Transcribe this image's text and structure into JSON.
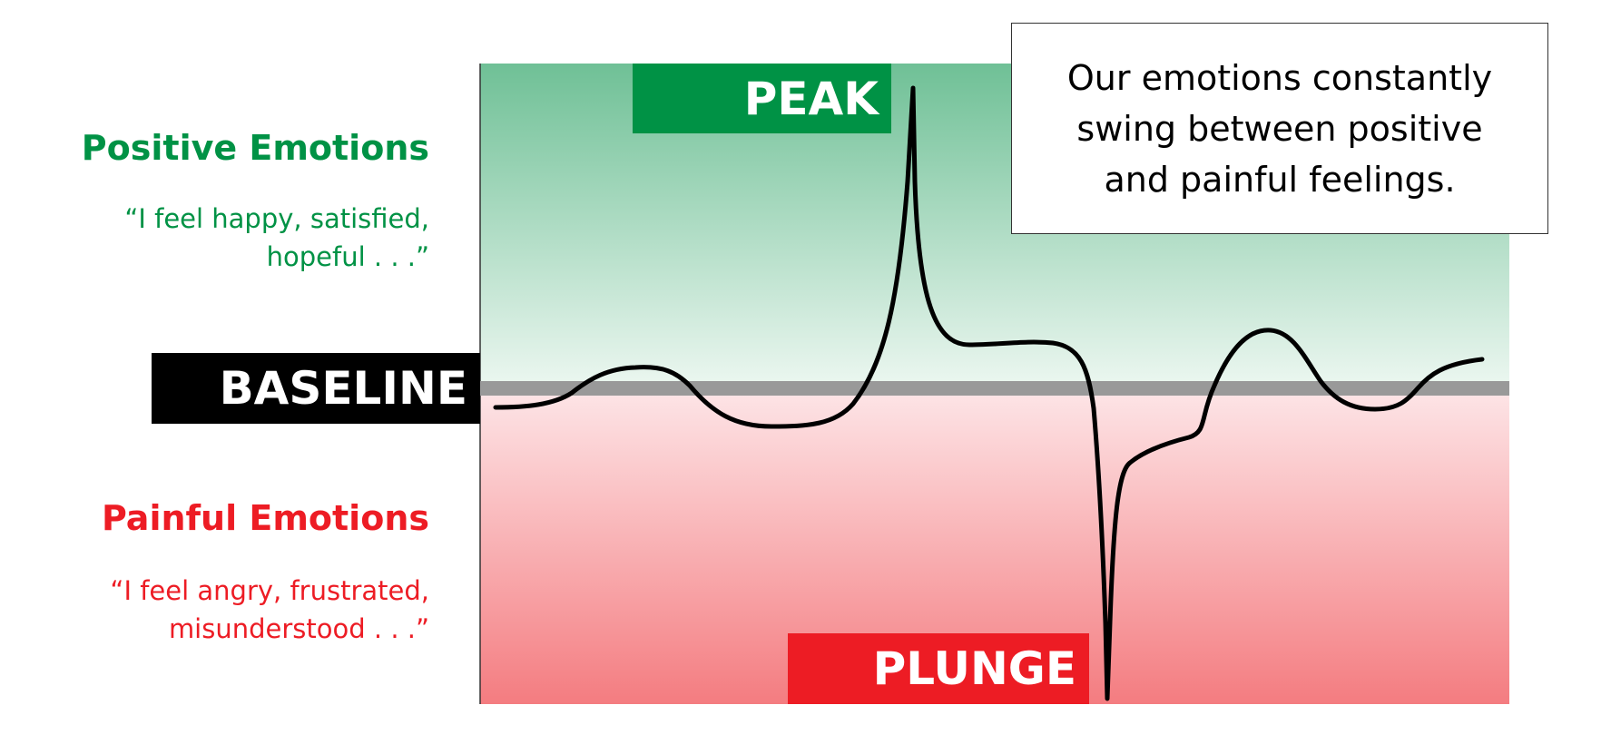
{
  "positive": {
    "heading": "Positive Emotions",
    "quote_lines": [
      "“I feel happy, satisfied,",
      "hopeful . . .”"
    ],
    "color": "#009245"
  },
  "painful": {
    "heading": "Painful Emotions",
    "quote_lines": [
      "“I feel angry, frustrated,",
      "misunderstood . . .”"
    ],
    "color": "#ed1c24"
  },
  "tags": {
    "baseline": "BASELINE",
    "peak": "PEAK",
    "plunge": "PLUNGE"
  },
  "callout": {
    "lines": [
      "Our emotions constantly",
      "swing between positive",
      "and painful feelings."
    ]
  },
  "colors": {
    "positive_zone": "#6fc096",
    "painful_zone": "#f47c80",
    "baseline_band": "#999999",
    "curve": "#000000"
  }
}
